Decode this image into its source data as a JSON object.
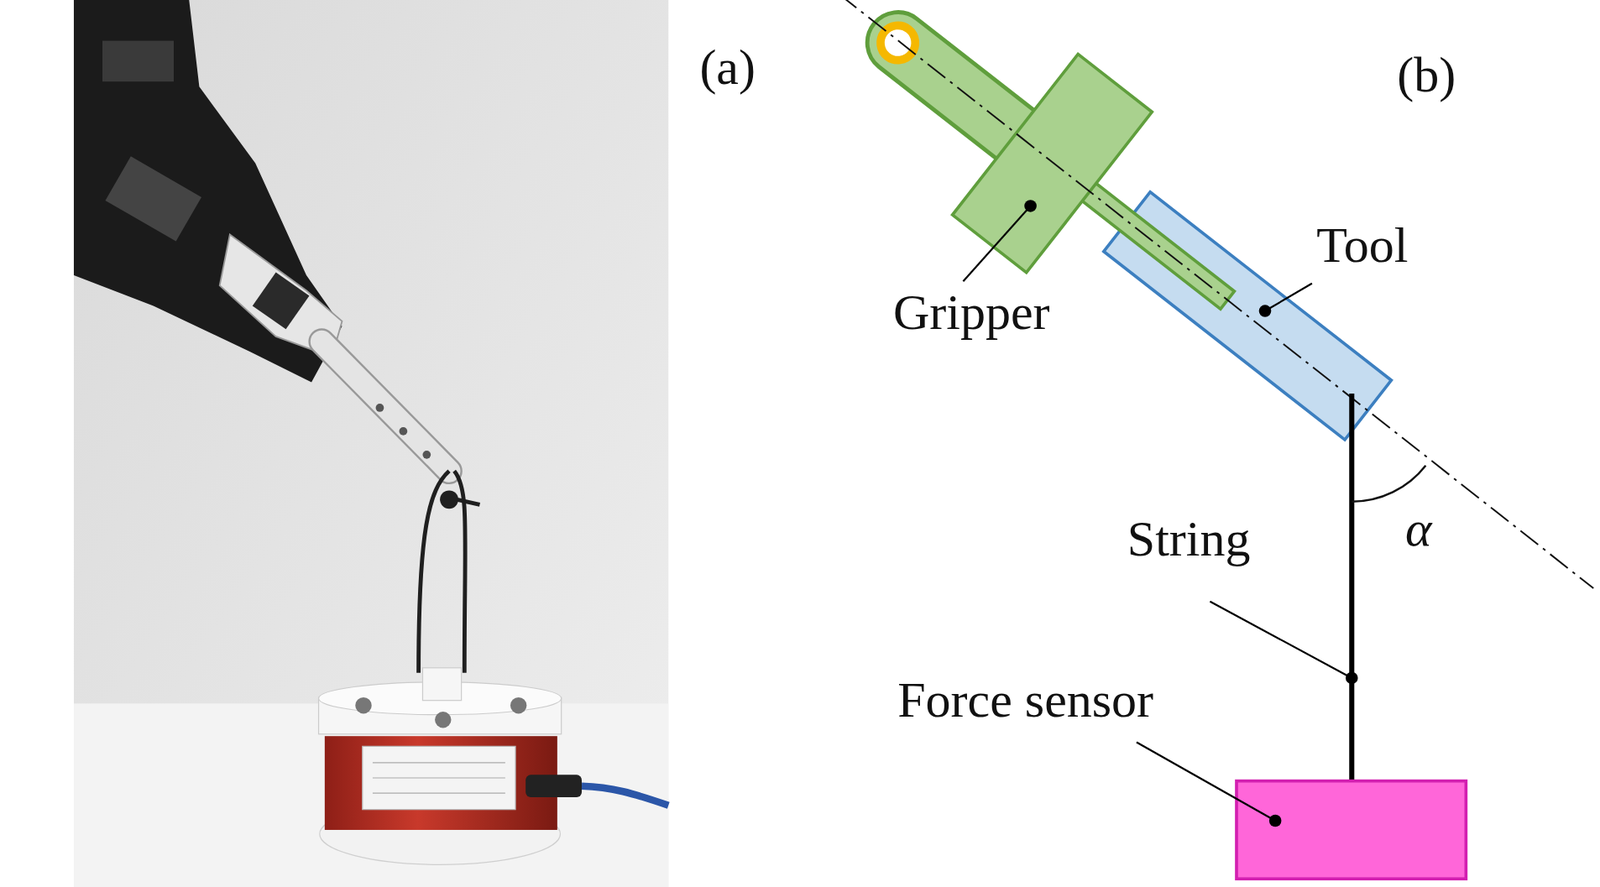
{
  "diagram": {
    "labels": [
      "(a)",
      "(b)",
      "Gripper",
      "Tool",
      "String",
      "Force sensor",
      "α"
    ]
  }
}
